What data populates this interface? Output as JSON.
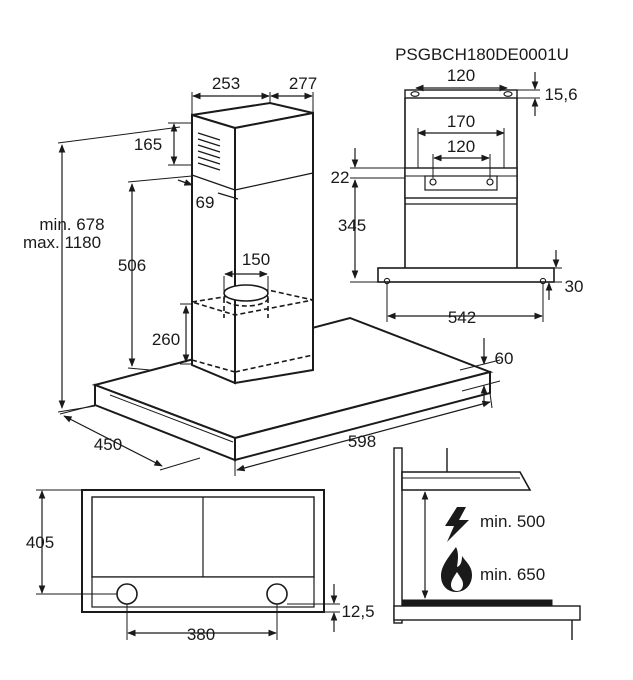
{
  "product_code": "PSGBCH180DE0001U",
  "dimensions": {
    "chimney_width": "253",
    "chimney_depth": "277",
    "vent_height": "165",
    "vent_offset": "69",
    "total_height": "min. 678\nmax. 1180",
    "total_height_min": "min. 678",
    "total_height_max": "max. 1180",
    "chimney_height": "506",
    "outlet_diameter": "150",
    "box_height": "260",
    "hood_depth": "450",
    "hood_width": "598",
    "hood_thickness": "60"
  },
  "bracket_view": {
    "top_hole_spacing": "120",
    "top_offset": "15,6",
    "bracket_width": "170",
    "bracket_hole_spacing": "120",
    "bracket_height": "22",
    "bracket_to_bottom": "345",
    "base_offset": "30",
    "base_hole_spacing": "542"
  },
  "bottom_view": {
    "depth": "405",
    "hole_spacing": "380",
    "edge_offset": "12,5"
  },
  "clearance": {
    "electric_label": "min. 500",
    "gas_label": "min. 650"
  },
  "colors": {
    "line": "#1a1a1a",
    "shade": "#d9d9d9"
  },
  "icons": {
    "electric": "lightning-icon",
    "gas": "flame-icon"
  }
}
